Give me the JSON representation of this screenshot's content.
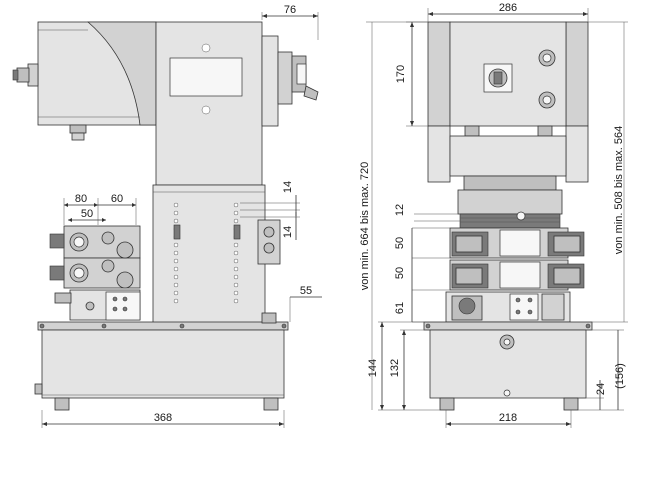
{
  "dimensions_left_view": {
    "d76": "76",
    "d80": "80",
    "d60": "60",
    "d50": "50",
    "d14_top": "14",
    "d14_bottom": "14",
    "d55": "55",
    "d368": "368",
    "vertical_label": "von min. 664 bis max. 720"
  },
  "dimensions_right_view": {
    "d286": "286",
    "d170": "170",
    "d12": "12",
    "d50_a": "50",
    "d50_b": "50",
    "d61": "61",
    "d144": "144",
    "d132": "132",
    "d218": "218",
    "d24": "24",
    "d156": "(156)",
    "vertical_label": "von min. 508 bis max. 564"
  },
  "colors": {
    "line": "#333333",
    "fill_light": "#e4e4e4",
    "fill_mid": "#d2d2d2",
    "fill_dark": "#7a7a7a"
  }
}
